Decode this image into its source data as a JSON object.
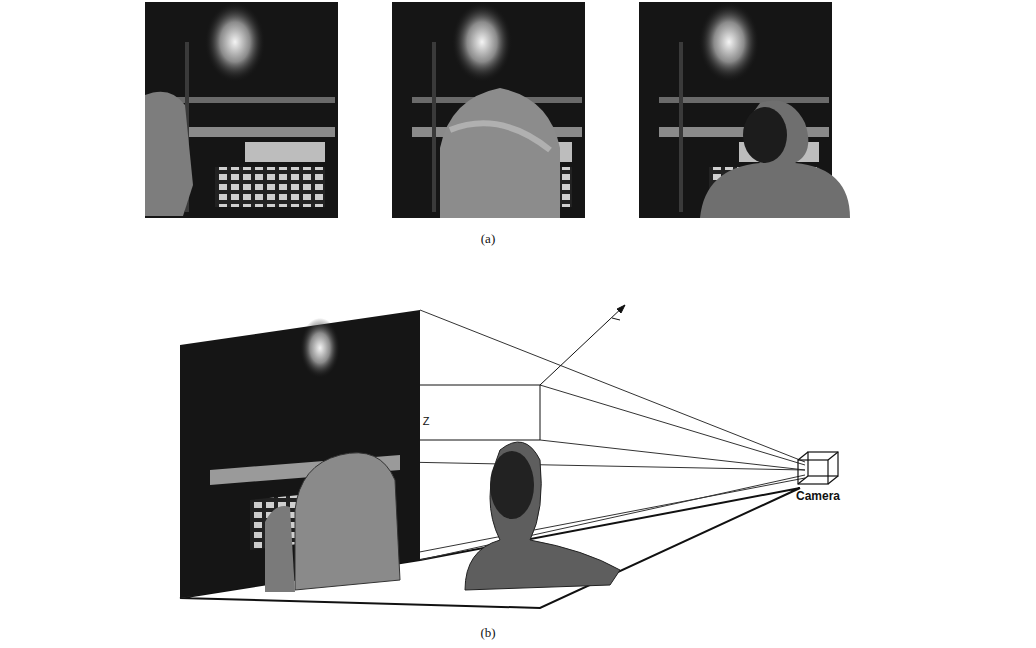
{
  "diagram": {
    "labels": [
      "(a)",
      "Z",
      "Camera",
      "(b)"
    ]
  }
}
